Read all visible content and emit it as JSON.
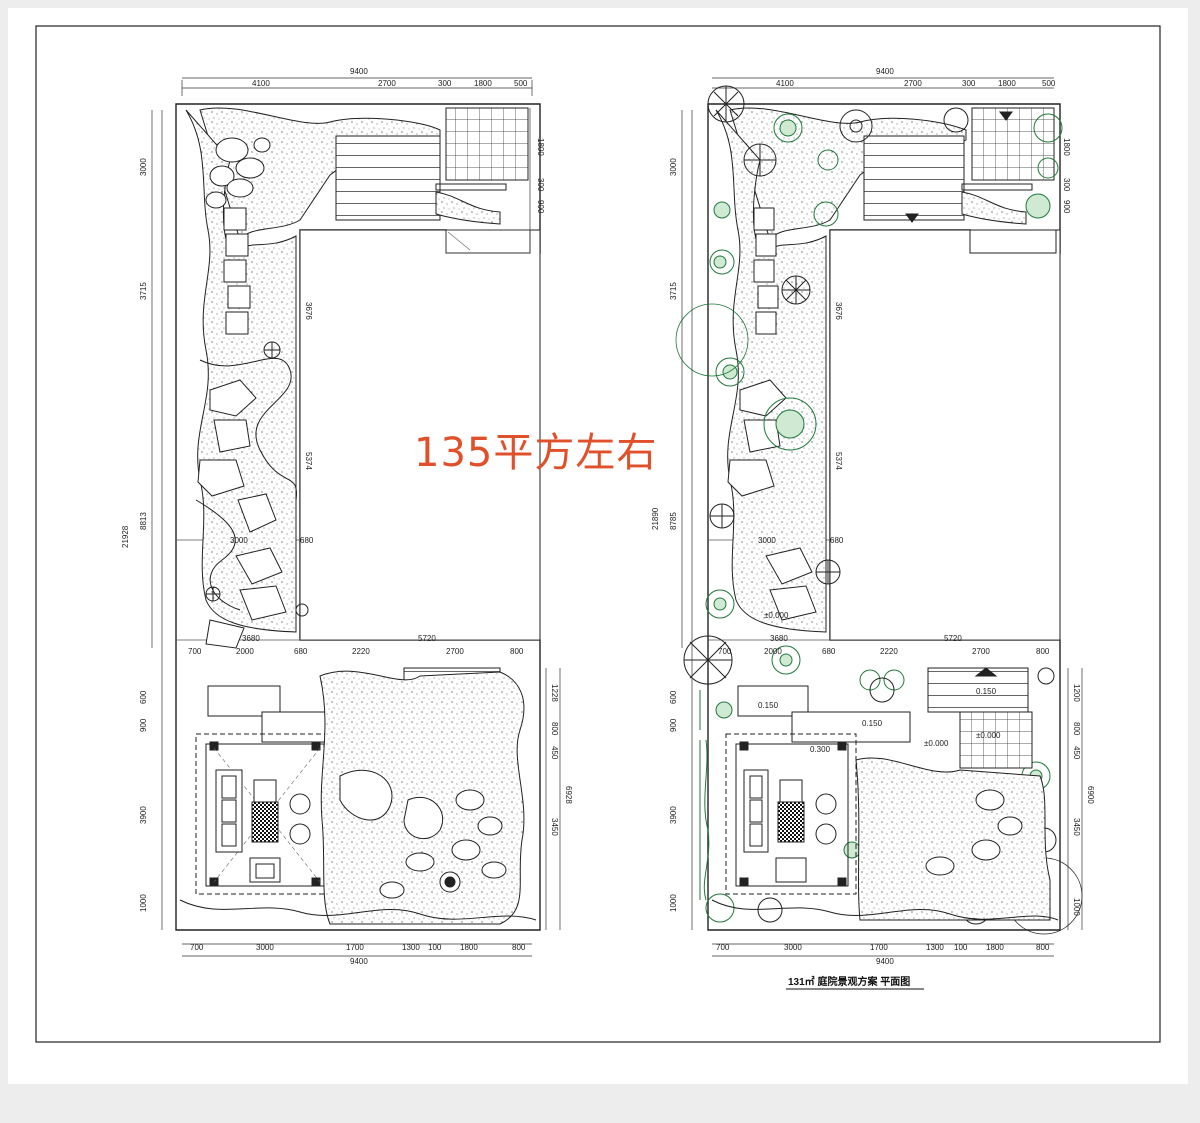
{
  "overlay": {
    "label": "135平方左右"
  },
  "plan_left": {
    "top_dims": {
      "total": "9400",
      "d1": "4100",
      "d2": "2700",
      "d3": "300",
      "d4": "1800",
      "d5": "500"
    },
    "left_dims": {
      "total": "21928",
      "upper": "8813",
      "d1": "3000",
      "d2": "3715",
      "d3": "600",
      "d4": "900",
      "d5": "3900",
      "d6": "1000"
    },
    "inner_dims": {
      "a": "3676",
      "b": "5374",
      "c": "3000",
      "d": "680",
      "e": "3680",
      "f": "5720",
      "g": "700",
      "h": "2000",
      "i": "680",
      "j": "2220",
      "k": "2700",
      "l": "800"
    },
    "right_dims": {
      "d1": "1800",
      "d2": "300",
      "d3": "900",
      "d4": "1228",
      "d5": "800",
      "d6": "450",
      "d7": "3450",
      "d8": "6928"
    },
    "bottom_dims": {
      "d1": "700",
      "d2": "3000",
      "d3": "1700",
      "d4": "1300",
      "d5": "100",
      "d6": "1800",
      "d7": "800",
      "total": "9400"
    }
  },
  "plan_right": {
    "top_dims": {
      "total": "9400",
      "d1": "4100",
      "d2": "2700",
      "d3": "300",
      "d4": "1800",
      "d5": "500"
    },
    "left_dims": {
      "total": "21890",
      "upper": "8785",
      "d1": "3000",
      "d2": "3715",
      "d3": "600",
      "d4": "900",
      "d5": "3900",
      "d6": "1000"
    },
    "inner_dims": {
      "a": "3676",
      "b": "5374",
      "c": "3000",
      "d": "680",
      "e": "3680",
      "f": "5720",
      "g": "700",
      "h": "2000",
      "i": "680",
      "j": "2220",
      "k": "2700",
      "l": "800"
    },
    "right_dims": {
      "d1": "1800",
      "d2": "300",
      "d3": "900",
      "d4": "1200",
      "d5": "800",
      "d6": "450",
      "d7": "3450",
      "d8": "6900",
      "d9": "1000"
    },
    "bottom_dims": {
      "d1": "700",
      "d2": "3000",
      "d3": "1700",
      "d4": "1300",
      "d5": "100",
      "d6": "1800",
      "d7": "800",
      "total": "9400"
    },
    "levels": {
      "l1": "±0.000",
      "l2": "0.150",
      "l3": "0.150",
      "l4": "0.300",
      "l5": "0.150",
      "l6": "±0.000",
      "l7": "±0.000"
    },
    "caption": "131㎡ 庭院景观方案  平面图"
  }
}
